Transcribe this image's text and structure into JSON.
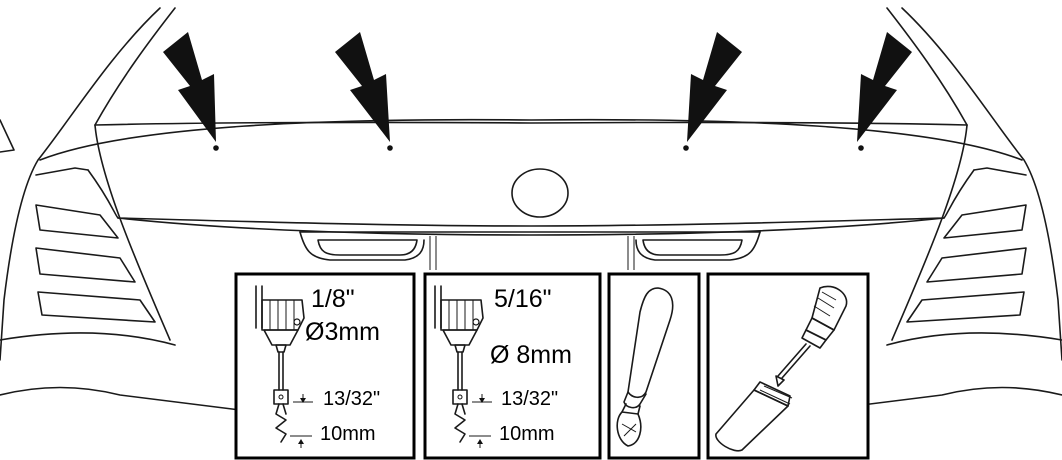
{
  "panels": [
    {
      "name": "drill-bit-small",
      "size_inch": "1/8\"",
      "size_mm": "Ø3mm",
      "depth_inch": "13/32\"",
      "depth_mm": "10mm"
    },
    {
      "name": "drill-bit-large",
      "size_inch": "5/16\"",
      "size_mm": "Ø 8mm",
      "depth_inch": "13/32\"",
      "depth_mm": "10mm"
    },
    {
      "name": "deburring-tool"
    },
    {
      "name": "touch-up-paint-pen"
    }
  ],
  "colors": {
    "line": "#1a1a1a",
    "background": "#ffffff"
  },
  "markers": {
    "count": 4,
    "icon": "arrow-down-icon"
  }
}
